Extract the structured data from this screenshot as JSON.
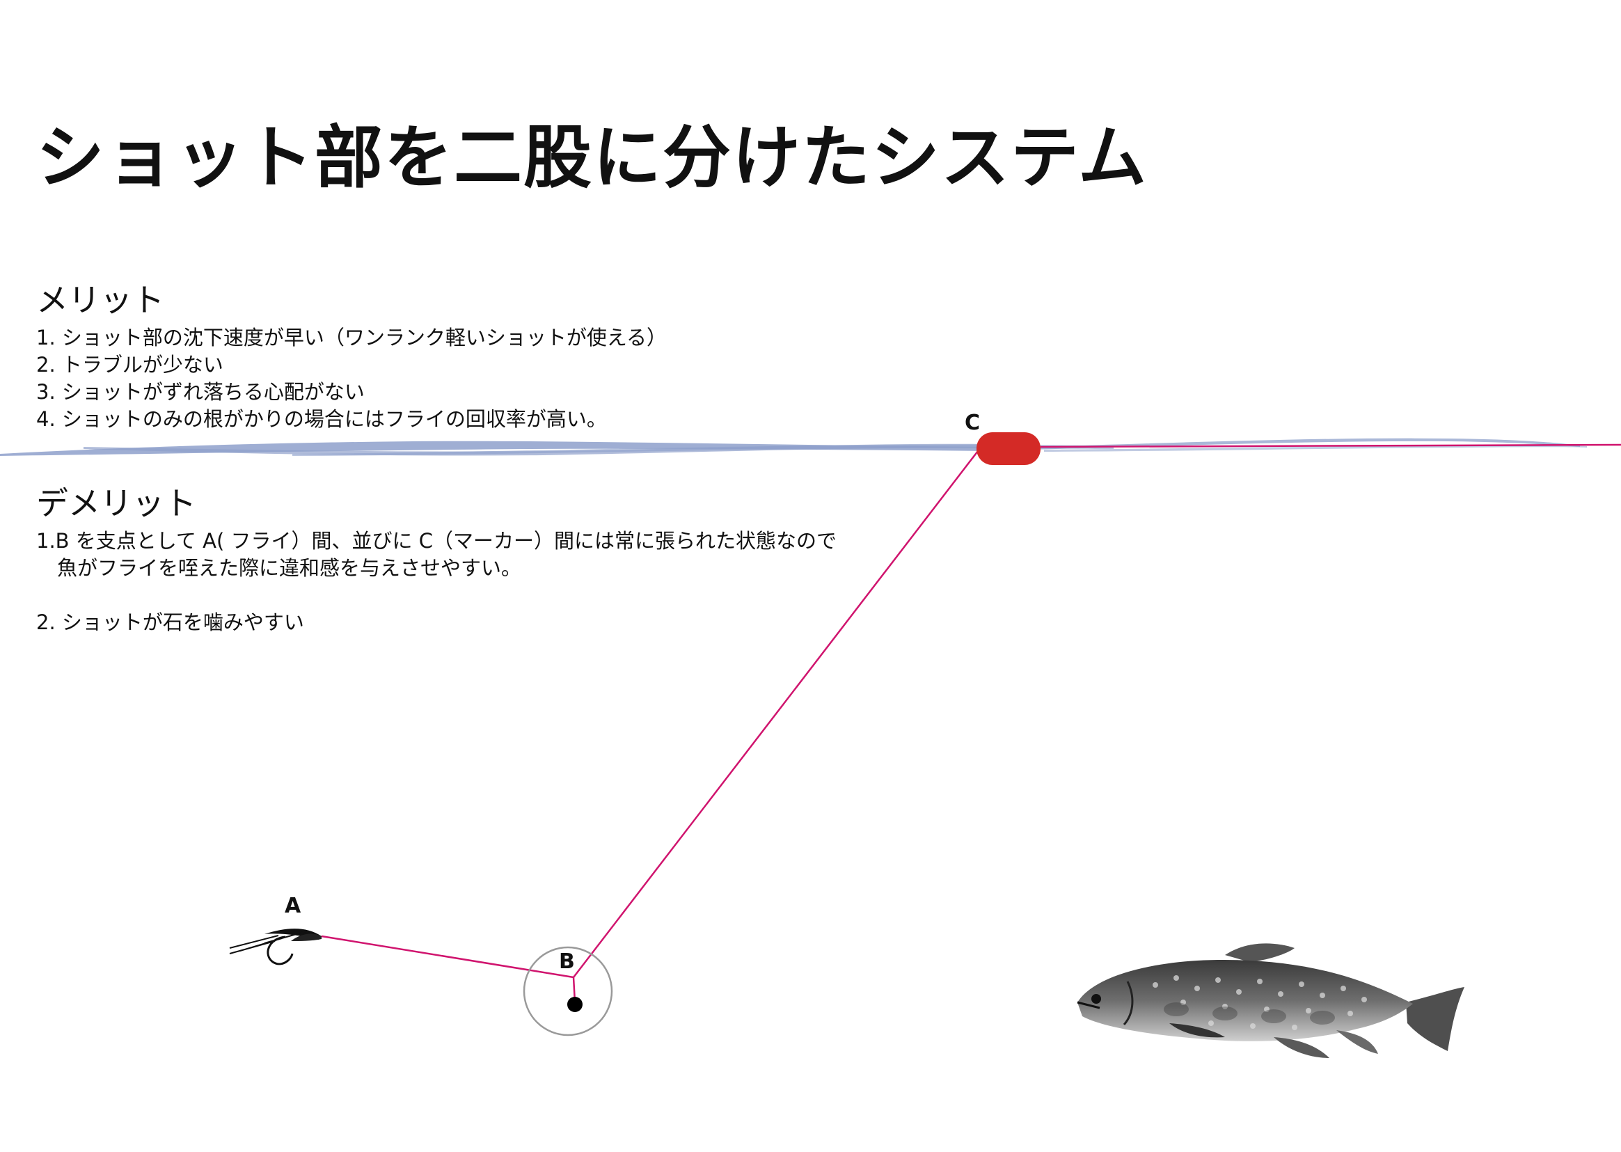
{
  "title": "ショット部を二股に分けたシステム",
  "merit": {
    "heading": "メリット",
    "items": [
      "1. ショット部の沈下速度が早い（ワンランク軽いショットが使える）",
      "2. トラブルが少ない",
      "3. ショットがずれ落ちる心配がない",
      "4. ショットのみの根がかりの場合にはフライの回収率が高い。"
    ]
  },
  "demerit": {
    "heading": "デメリット",
    "item1_line1": "1.B を支点として A( フライ）間、並びに C（マーカー）間には常に張られた状態なので",
    "item1_line2": "魚がフライを咥えた際に違和感を与えさせやすい。",
    "item2": "2. ショットが石を噛みやすい"
  },
  "labels": {
    "a": "A",
    "b": "B",
    "c": "C"
  },
  "colors": {
    "line": "#d0146e",
    "marker": "#d42a26",
    "water": "#8ea0cb",
    "circle": "#9a9a9a",
    "shot": "#000000"
  },
  "icons": {
    "fly": "fly-icon",
    "fish": "trout-illustration",
    "marker": "strike-indicator",
    "shot": "split-shot"
  }
}
